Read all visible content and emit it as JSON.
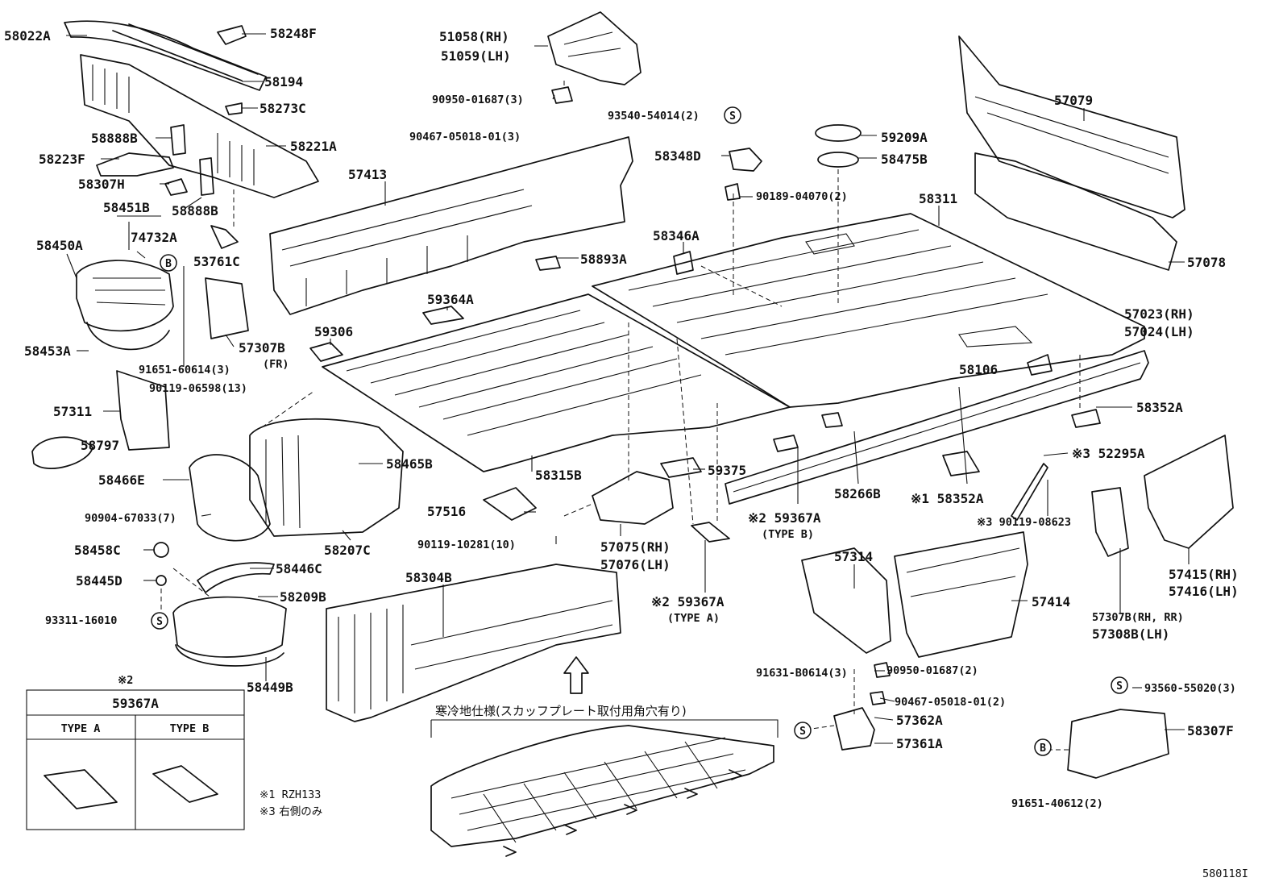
{
  "figure_id": "580118I",
  "labels": {
    "p58022A": "58022A",
    "p58248F": "58248F",
    "p58194": "58194",
    "p58273C": "58273C",
    "p58888B_a": "58888B",
    "p58221A": "58221A",
    "p58223F": "58223F",
    "p58307H": "58307H",
    "p58888B_b": "58888B",
    "p58451B": "58451B",
    "p74732A": "74732A",
    "p58450A": "58450A",
    "p53761C": "53761C",
    "p57307B_fr": "57307B",
    "p57307B_fr_note": "(FR)",
    "p58453A": "58453A",
    "p91651_60614": "91651-60614(3)",
    "p90119_06598": "90119-06598(13)",
    "p57311": "57311",
    "p58797": "58797",
    "p58466E": "58466E",
    "p58465B": "58465B",
    "p90904_67033": "90904-67033(7)",
    "p58207C": "58207C",
    "p58458C": "58458C",
    "p58446C": "58446C",
    "p58445D": "58445D",
    "p58209B": "58209B",
    "p93311_16010": "93311-16010",
    "p58449B": "58449B",
    "p51058": "51058(RH)",
    "p51059": "51059(LH)",
    "p90950_01687_a": "90950-01687(3)",
    "p93540_54014": "93540-54014(2)",
    "p90467_05018_a": "90467-05018-01(3)",
    "p57413": "57413",
    "p58348D": "58348D",
    "p59209A": "59209A",
    "p58475B": "58475B",
    "p90189_04070": "90189-04070(2)",
    "p58311": "58311",
    "p57079": "57079",
    "p57078": "57078",
    "p58346A": "58346A",
    "p58893A": "58893A",
    "p59364A": "59364A",
    "p59306": "59306",
    "p57023": "57023(RH)",
    "p57024": "57024(LH)",
    "p58106": "58106",
    "p58352A_a": "58352A",
    "p58315B": "58315B",
    "p59375": "59375",
    "p57516": "57516",
    "p57075": "57075(RH)",
    "p57076": "57076(LH)",
    "p90119_10281": "90119-10281(10)",
    "p59367A_b": "※2 59367A",
    "p59367A_b_note": "(TYPE B)",
    "p58266B": "58266B",
    "p58352A_b": "※1 58352A",
    "p52295A": "※3 52295A",
    "p90119_08623": "※3 90119-08623",
    "p59367A_a": "※2 59367A",
    "p59367A_a_note": "(TYPE A)",
    "p58304B": "58304B",
    "p57314": "57314",
    "p57414": "57414",
    "p57307B_rr": "57307B(RH, RR)",
    "p57308B": "57308B(LH)",
    "p57415": "57415(RH)",
    "p57416": "57416(LH)",
    "p91631_B0614": "91631-B0614(3)",
    "p90950_01687_b": "90950-01687(2)",
    "p90467_05018_b": "90467-05018-01(2)",
    "p57362A": "57362A",
    "p57361A": "57361A",
    "p93560_55020": "93560-55020(3)",
    "p58307F": "58307F",
    "p91651_40612": "91651-40612(2)"
  },
  "inset_caption": "寒冷地仕様(スカッフプレート取付用角穴有り)",
  "type_table": {
    "note": "※2",
    "part": "59367A",
    "col_a": "TYPE A",
    "col_b": "TYPE B"
  },
  "footnotes": {
    "n1": "※1 RZH133",
    "n3": "※3 右側のみ"
  },
  "badges": {
    "s": "S",
    "b": "B"
  }
}
